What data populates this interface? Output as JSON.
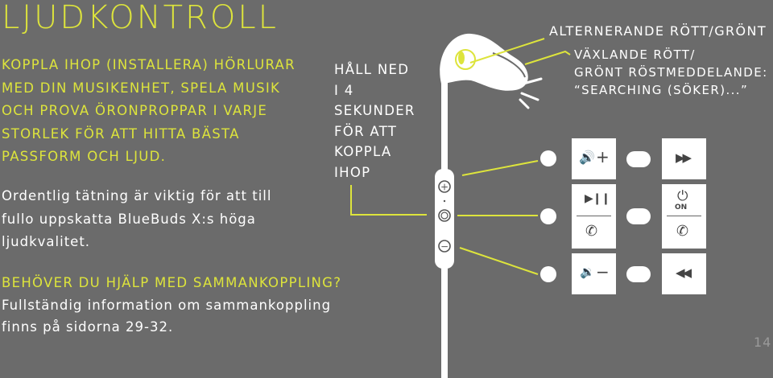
{
  "title": "LJUDKONTROLL",
  "intro_lines": [
    "KOPPLA IHOP (INSTALLERA) HÖRLURAR",
    "MED DIN MUSIKENHET, SPELA MUSIK",
    "OCH PROVA ÖRONPROPPAR I VARJE",
    "STORLEK FÖR ATT HITTA BÄSTA",
    "PASSFORM OCH LJUD."
  ],
  "seal_lines": [
    "Ordentlig tätning är viktig för att till",
    "fullo uppskatta BlueBuds X:s höga",
    "ljudkvalitet."
  ],
  "help_heading": "BEHÖVER DU HJÄLP MED SAMMANKOPPLING?",
  "help_lines": [
    "Fullständig information om sammankoppling",
    "finns på sidorna 29-32."
  ],
  "hold_lines": [
    "HÅLL NED",
    "I 4",
    "SEKUNDER",
    "FÖR ATT",
    "KOPPLA",
    "IHOP"
  ],
  "led_heading": "ALTERNERANDE RÖTT/GRÖNT",
  "led_detail_lines": [
    "VÄXLANDE RÖTT/",
    "GRÖNT RÖSTMEDDELANDE:",
    "“SEARCHING (SÖKER)...”"
  ],
  "buttons": {
    "plus_symbol": "+",
    "minus_symbol": "−",
    "volume_up_plus": "+",
    "volume_down_minus": "−",
    "power_on": "ON"
  },
  "page_number": "14",
  "colors": {
    "background": "#6b6b6b",
    "accent": "#dde43c",
    "text": "#ffffff"
  },
  "icons": [
    "earbud-icon",
    "volume-up-icon",
    "fast-forward-icon",
    "play-pause-icon",
    "phone-icon",
    "power-icon",
    "end-call-icon",
    "volume-down-icon",
    "rewind-icon"
  ]
}
